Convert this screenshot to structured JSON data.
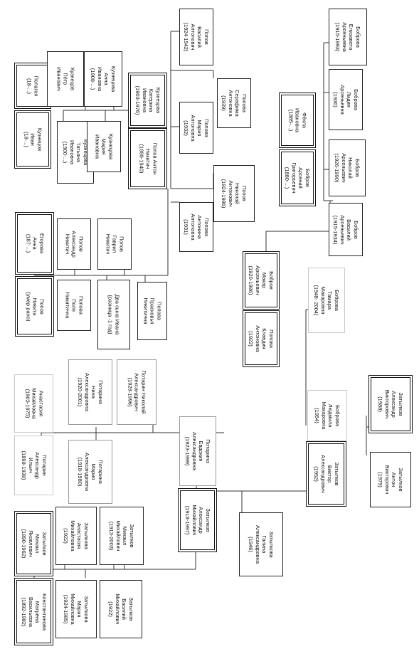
{
  "people": {
    "konstantinova_matrena": [
      "Константинова",
      "Матрёна",
      "Васильевна",
      "(1892-1982)"
    ],
    "zatylkov_mikhail_ya": [
      "Затылков",
      "Михаил",
      "Яковлевич",
      "(1890-1962)"
    ],
    "zatylkova_anastasia": [
      "Затылкова",
      "Анастасия",
      "Михайловна",
      "(1922)"
    ],
    "zatylkova_maria": [
      "Затылкова",
      "Мария",
      "Михайловна",
      "(1924-1985)"
    ],
    "zatylkov_mikhail_m": [
      "Затылков",
      "Михаил",
      "Михайлович",
      "(1913-2003)"
    ],
    "zatylkov_vasily": [
      "Затылков",
      "Василий",
      "Михайлович",
      "(1922)"
    ],
    "zatylkov_alexander": [
      "Затылков",
      "Александр",
      "Михайлович",
      "(1918-1997)"
    ],
    "zatylkova_galina": [
      "Затылкова",
      "Галина",
      "Александровна",
      "(1946)"
    ],
    "zatylkov_viktor": [
      "Затылков",
      "Виктор",
      "Александрович",
      "(1952)"
    ],
    "zatylkov_anton": [
      "Затылков",
      "Антон",
      "Викторович",
      "(1979)"
    ],
    "zatylkov_alexander_v": [
      "Затылков",
      "Александр",
      "Викторович",
      "(1988)"
    ],
    "potarin_alexander": [
      "Потарин",
      "Александр",
      "Ильич",
      "(1898-1938)"
    ],
    "anastasia_mikh": [
      "Анастасия",
      "Михайловна",
      "(1903-1975)"
    ],
    "potarina_maria": [
      "Потарина",
      "Мария",
      "Александровна",
      "(1918-1980)"
    ],
    "potarina_nina": [
      "Потарина",
      "Нина",
      "Александровна",
      "(1920-2001)"
    ],
    "potarin_nikolai": [
      "Потарин Николай",
      "Александрович",
      "(1928-1996)"
    ],
    "potarina_evdokia": [
      "Потарина",
      "Евдокия",
      "Александровна",
      "(1923-1999)"
    ],
    "bobrova_lyudmila": [
      "Боброва",
      "Людмила",
      "Макаровна",
      "(1954)"
    ],
    "bobrova_tamara": [
      "Боброва",
      "Тамара",
      "Макаровна",
      "(1948- 2004)"
    ],
    "popova_klavdia": [
      "Попова",
      "Клавдия",
      "Антоновна",
      "(1922)"
    ],
    "bobrov_makar": [
      "Бобров",
      "Макар",
      "Арсеньевич",
      "(1920-1986)"
    ],
    "popov_nikita": [
      "Попов",
      "Никита",
      "(умер рано)"
    ],
    "egorova_anna": [
      "Егорова",
      "Анна",
      "(187-...)"
    ],
    "popova_polya": [
      "Попова",
      "Поля",
      "Никитична"
    ],
    "popov_alexander_n": [
      "Попов",
      "Александр",
      "Никитич"
    ],
    "dva_syna": [
      "Два сына Ивана",
      "(разница -1 год)"
    ],
    "popov_gavril": [
      "Попов",
      "Гаврил",
      "Никитич"
    ],
    "popova_praskovya": [
      "Попова",
      "Прасковья",
      "Никитична"
    ],
    "kuznetsov_ivan": [
      "Кузнецов",
      "Иван",
      "(18-...)"
    ],
    "pelageya": [
      "Пелагея",
      "(18-...)"
    ],
    "kuznetsova_tatyana": [
      "Кузнецова",
      "Татьяна",
      "Ивановна",
      "(1900-...)"
    ],
    "kuznetsov_petr": [
      "Кузнецов",
      "Пётр",
      "Иванович"
    ],
    "kuznetsova_maria_i": [
      "Кузнецова",
      "Мария",
      "Ивановна"
    ],
    "kuznetsova_anna": [
      "Кузнецова",
      "Анна",
      "Ивановна",
      "(1908-...)"
    ],
    "popov_anton": [
      "Попов Антон",
      "Никитич",
      "(1899-1940)"
    ],
    "kuznetsova_katerina": [
      "Кузнецова",
      "Катерина",
      "Ивановна",
      "(1903-1976)"
    ],
    "popova_antonina": [
      "Попова",
      "Антонина",
      "Антоновна",
      "(1931)"
    ],
    "popov_nikolai_a": [
      "Попов",
      "Николай",
      "Антонович",
      "(1924-1986)"
    ],
    "popova_maria_a": [
      "Попова",
      "Мария",
      "Антоновна",
      "(1932)"
    ],
    "serafima": [
      "Попова",
      "Серафима",
      "Антоновна",
      "(1939)"
    ],
    "popov_vasily": [
      "Попов",
      "Василий",
      "Антонович",
      "(1924-1942)"
    ],
    "bobrov_arseny": [
      "Бобров",
      "Арсений",
      "Григорьевич",
      "(1880-...)"
    ],
    "fekla": [
      "Фёкла",
      "Ивановна",
      "(1885-...)"
    ],
    "bobrov_vasily": [
      "Бобров",
      "Василий",
      "Арсеньевич",
      "(1915-1934)"
    ],
    "bobrov_nikolai": [
      "Бобров",
      "Николай",
      "Арсеньевич",
      "(1926-1990)"
    ],
    "bobrova_lidia": [
      "Боброва",
      "Лидия",
      "Арсеньевна",
      "(1930)"
    ],
    "bobrova_elizaveta": [
      "Боброва",
      "Елизавета",
      "Арсеньевна",
      "(1915-1993)"
    ]
  }
}
